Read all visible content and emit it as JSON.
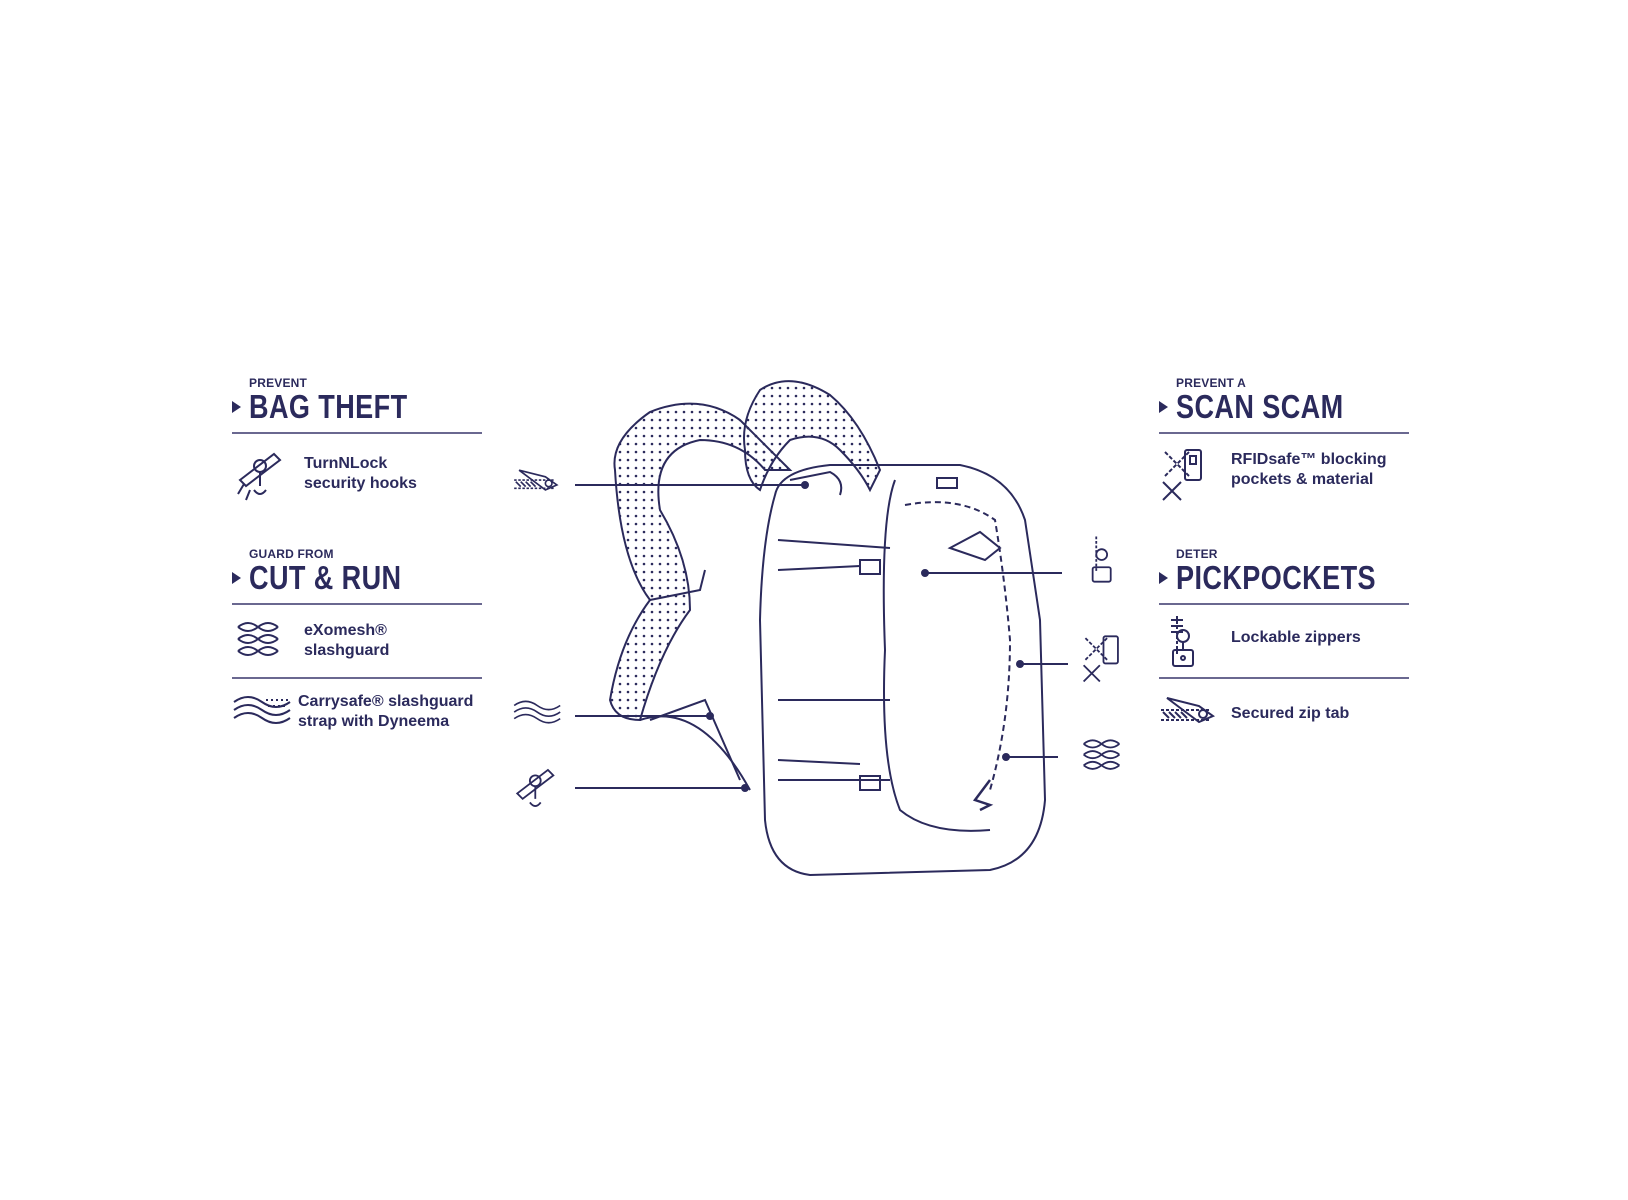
{
  "sections": {
    "bag_theft": {
      "kicker": "PREVENT",
      "title": "BAG THEFT"
    },
    "cut_run": {
      "kicker": "GUARD FROM",
      "title": "CUT & RUN"
    },
    "scan_scam": {
      "kicker": "PREVENT A",
      "title": "SCAN SCAM"
    },
    "pickpockets": {
      "kicker": "DETER",
      "title": "PICKPOCKETS"
    }
  },
  "features": {
    "turnnlock": {
      "line1": "TurnNLock",
      "line2": "security hooks",
      "icon": "security-hook-icon"
    },
    "exomesh": {
      "line1": "eXomesh®",
      "line2": "slashguard",
      "icon": "mesh-icon"
    },
    "carrysafe": {
      "line1": "Carrysafe® slashguard",
      "line2": "strap with Dyneema",
      "icon": "strap-icon"
    },
    "rfid": {
      "line1": "RFIDsafe™ blocking",
      "line2": "pockets & material",
      "icon": "rfid-icon"
    },
    "zippers": {
      "line1": "Lockable zippers",
      "icon": "lock-zipper-icon"
    },
    "ziptab": {
      "line1": "Secured zip tab",
      "icon": "zip-tab-icon"
    }
  },
  "colors": {
    "ink": "#2b2a5c",
    "rule": "#6a6890"
  }
}
